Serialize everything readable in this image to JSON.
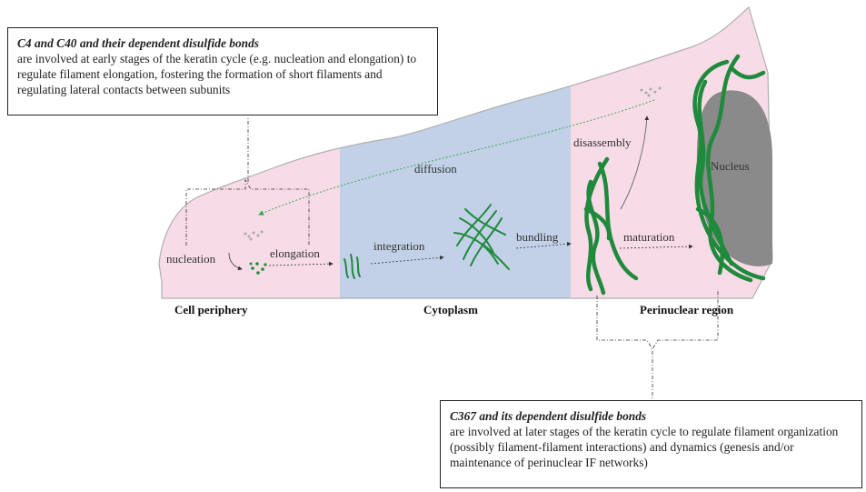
{
  "box_top": {
    "title": "C4 and C40 and their dependent disulfide bonds",
    "text": "are involved at early stages of the keratin cycle (e.g. nucleation and elongation) to regulate filament elongation, fostering the formation of short filaments and regulating lateral contacts between subunits"
  },
  "box_bottom": {
    "title": "C367 and its dependent disulfide bonds",
    "text": "are involved at later stages of the keratin cycle to regulate filament organization (possibly filament-filament interactions) and dynamics (genesis and/or maintenance of perinuclear IF networks)"
  },
  "labels": {
    "nucleation": "nucleation",
    "elongation": "elongation",
    "integration": "integration",
    "bundling": "bundling",
    "maturation": "maturation",
    "disassembly": "disassembly",
    "diffusion": "diffusion",
    "nucleus": "Nucleus"
  },
  "regions": {
    "periphery": "Cell periphery",
    "cytoplasm": "Cytoplasm",
    "perinuclear": "Perinuclear region"
  },
  "colors": {
    "periphery_fill": "#f7dbe6",
    "cytoplasm_fill": "#c3d1e8",
    "nucleus_fill": "#8a8a8a",
    "filament": "#1f8a3b",
    "outline": "#b0b0b0"
  }
}
